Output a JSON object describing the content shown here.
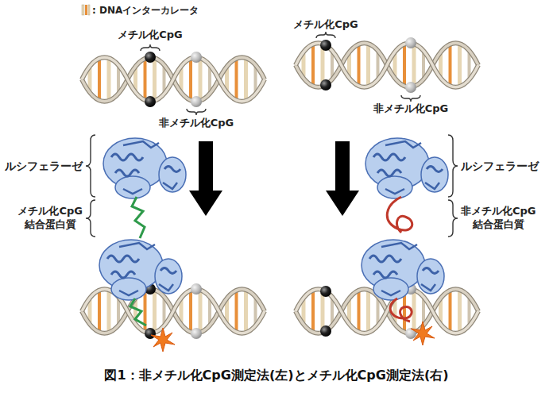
{
  "diagram": {
    "caption": "図1：非メチル化CpG測定法(左)とメチル化CpG測定法(右)",
    "labels": [
      "メチル化CpG",
      "メチル化CpG",
      "非メチル化CpG",
      "非メチル化CpG",
      "ルシフェラーゼ",
      "ルシフェラーゼ",
      "メチル化CpG 結合蛋白質",
      "非メチル化CpG 結合蛋白質"
    ],
    "legend": [
      {
        "text": ": DNAインターカレータ"
      }
    ]
  }
}
